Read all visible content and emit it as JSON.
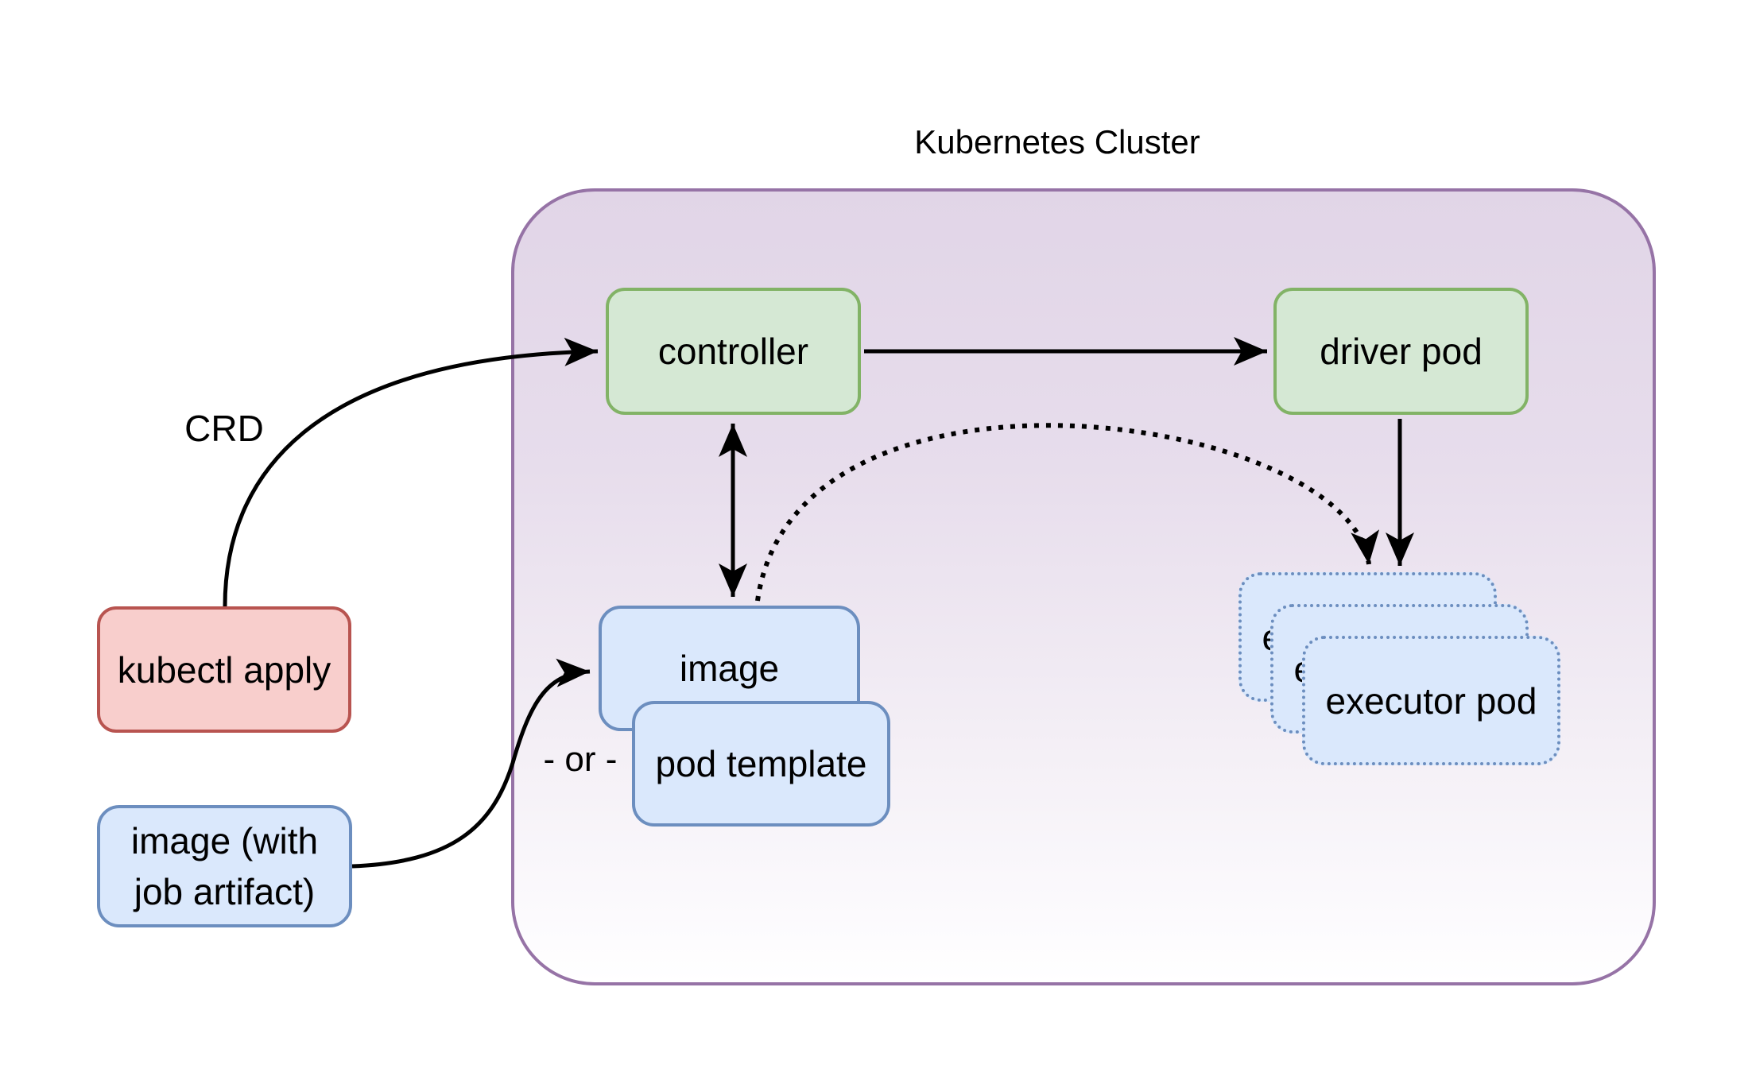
{
  "title": "Kubernetes Cluster",
  "nodes": {
    "kubectl_apply": "kubectl apply",
    "job_image_line1": "image (with",
    "job_image_line2": "job artifact)",
    "controller": "controller",
    "driver_pod": "driver pod",
    "image": "image",
    "pod_template": "pod template",
    "executor_back": "executor pod",
    "executor_mid": "executor pod",
    "executor_front": "executor pod"
  },
  "labels": {
    "crd": "CRD",
    "or": "- or -"
  },
  "colors": {
    "green_fill": "#d5e8d4",
    "green_stroke": "#82b366",
    "blue_fill": "#dae8fc",
    "blue_stroke": "#6c8ebf",
    "red_fill": "#f8cecc",
    "red_stroke": "#b85450",
    "purple_fill_top": "#e1d5e7",
    "purple_stroke": "#9673a6",
    "arrow_color": "#000000"
  }
}
